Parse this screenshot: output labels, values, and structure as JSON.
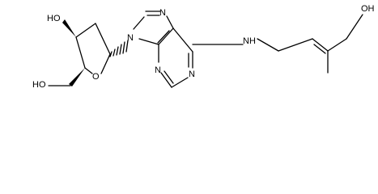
{
  "labels": {
    "ring_n7": "N",
    "ring_n9": "N",
    "ring_n3": "N",
    "ring_n1": "N",
    "ring_oxygen": "O",
    "hydroxyl_3prime": "HO",
    "hydroxyl_5prime": "HO",
    "amine": "NH",
    "hydroxyl_terminal": "OH"
  }
}
